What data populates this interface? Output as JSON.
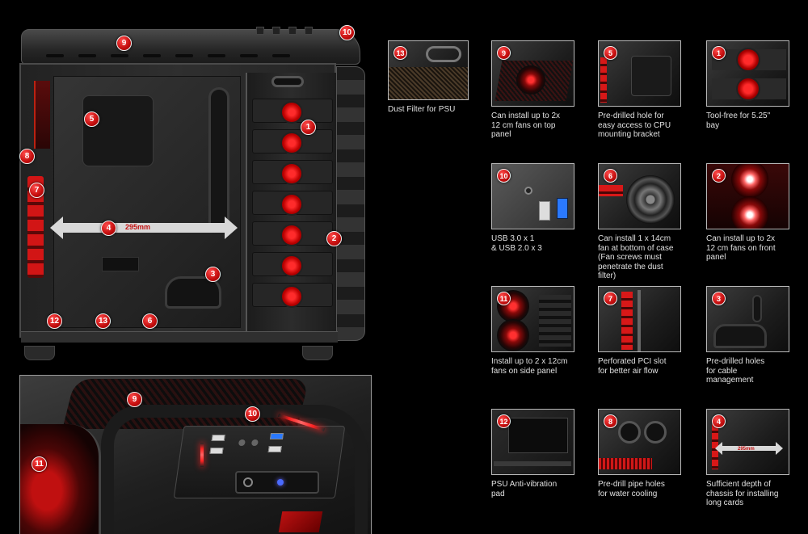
{
  "main_photo": {
    "badges": [
      "9",
      "10",
      "5",
      "1",
      "8",
      "7",
      "4",
      "2",
      "3",
      "12",
      "13",
      "6"
    ],
    "dimension_label": "295mm"
  },
  "zoom_photo": {
    "badges": [
      "9",
      "10",
      "11"
    ]
  },
  "colors": {
    "background": "#000000",
    "badge_red": "#c40e0e",
    "led_red": "#ff2222",
    "usb3_blue": "#2a79ff",
    "caption_text": "#e0e0e0"
  },
  "features": [
    {
      "num": "13",
      "caption": "Dust Filter for PSU"
    },
    {
      "num": "9",
      "caption": "Can install up to 2x\n12 cm fans on top\npanel"
    },
    {
      "num": "5",
      "caption": "Pre-drilled hole for\neasy access to CPU\nmounting bracket"
    },
    {
      "num": "1",
      "caption": "Tool-free for 5.25\"\nbay"
    },
    {
      "num": "10",
      "caption": "USB 3.0 x 1\n& USB 2.0 x 3"
    },
    {
      "num": "6",
      "caption": "Can install 1 x 14cm\nfan at bottom of case\n(Fan screws must\npenetrate the dust\nfilter)"
    },
    {
      "num": "2",
      "caption": "Can install up to 2x\n12 cm fans on front\npanel"
    },
    {
      "num": "11",
      "caption": "Install up to 2 x 12cm\nfans on side panel"
    },
    {
      "num": "7",
      "caption": "Perforated PCI slot\nfor better air flow"
    },
    {
      "num": "3",
      "caption": "Pre-drilled holes\nfor cable\nmanagement"
    },
    {
      "num": "12",
      "caption": "PSU Anti-vibration\npad"
    },
    {
      "num": "8",
      "caption": "Pre-drill pipe holes\nfor water cooling"
    },
    {
      "num": "4",
      "caption": "Sufficient depth of\nchassis for installing\nlong cards",
      "thumb_label": "295mm"
    }
  ]
}
